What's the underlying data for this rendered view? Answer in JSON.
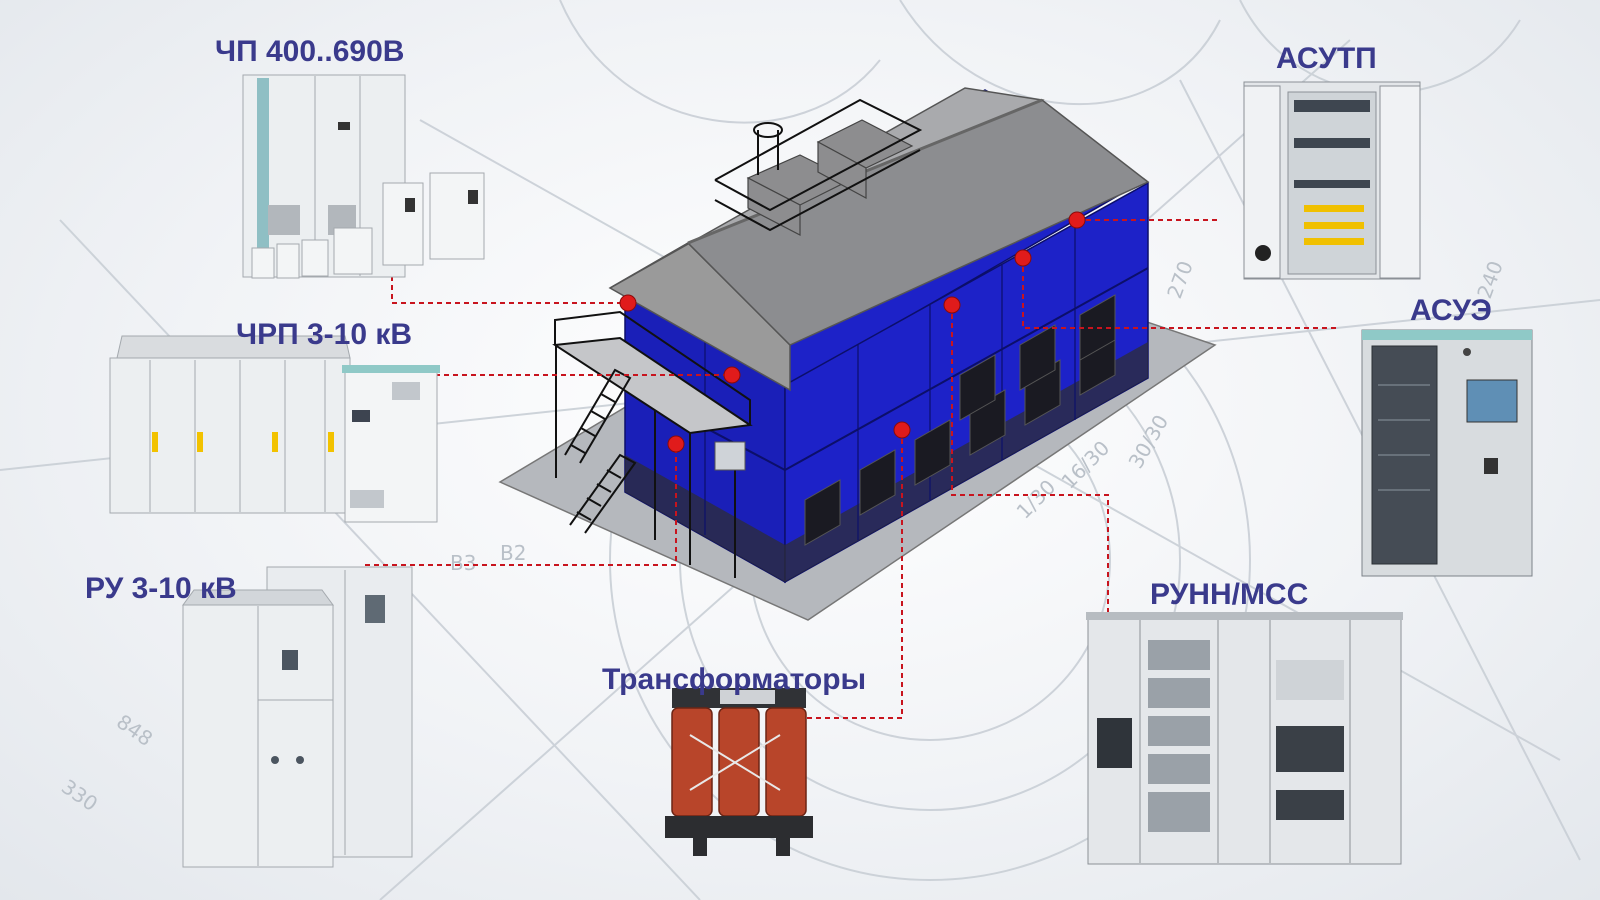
{
  "labels": {
    "fc_lv": "ЧП 400..690В",
    "vfd_mv": "ЧРП 3-10 кВ",
    "switchgear_mv": "РУ 3-10 кВ",
    "transformers": "Трансформаторы",
    "process_control": "АСУТП",
    "energy_control": "АСУЭ",
    "lv_switchboard": "РУНН/MCC"
  },
  "background_marks": [
    "270",
    "240",
    "1/30",
    "30/30",
    "16/30",
    "B2",
    "B3",
    "330",
    "848"
  ],
  "colors": {
    "label": "#3a3a8c",
    "connector": "#c8141e",
    "marker": "#e01b1b",
    "building_wall": "#1d22c8",
    "roof": "#9a9a9a",
    "cabinet": "#eceff1",
    "transformer_coil": "#b8452a"
  }
}
